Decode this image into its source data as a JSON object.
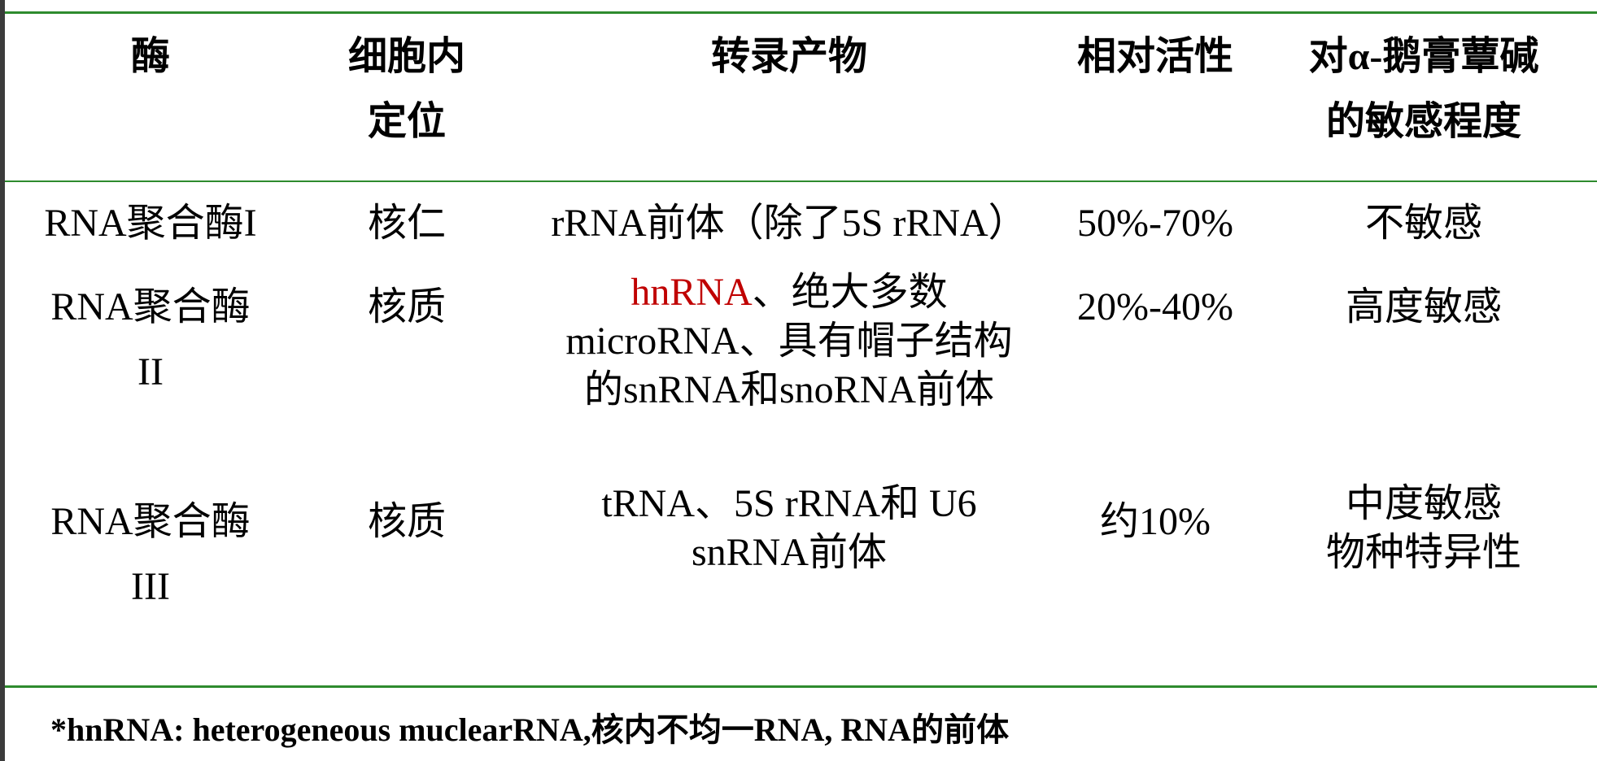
{
  "colors": {
    "rule": "#2e8b2e",
    "highlight": "#c00000",
    "left_bar": "#3b3b3b"
  },
  "table": {
    "headers": {
      "enzyme": "酶",
      "location_l1": "细胞内",
      "location_l2": "定位",
      "product": "转录产物",
      "activity": "相对活性",
      "sensitivity_l1": "对α-鹅膏蕈碱",
      "sensitivity_l2": "的敏感程度"
    },
    "rows": [
      {
        "enzyme_l1": "RNA聚合酶I",
        "location": "核仁",
        "product_l1": "rRNA前体（除了5S rRNA）",
        "activity": "50%-70%",
        "sensitivity_l1": "不敏感"
      },
      {
        "enzyme_l1": "RNA聚合酶",
        "enzyme_l2": "II",
        "location": "核质",
        "product_hl": "hnRNA",
        "product_l1_rest": "、绝大多数",
        "product_l2": "microRNA、具有帽子结构",
        "product_l3": "的snRNA和snoRNA前体",
        "activity": "20%-40%",
        "sensitivity_l1": "高度敏感"
      },
      {
        "enzyme_l1": "RNA聚合酶",
        "enzyme_l2": "III",
        "location": "核质",
        "product_l1": "tRNA、5S rRNA和 U6",
        "product_l2": "snRNA前体",
        "activity": "约10%",
        "sensitivity_l1": "中度敏感",
        "sensitivity_l2": "物种特异性"
      }
    ]
  },
  "footnote": "*hnRNA: heterogeneous muclearRNA,核内不均一RNA, RNA的前体"
}
